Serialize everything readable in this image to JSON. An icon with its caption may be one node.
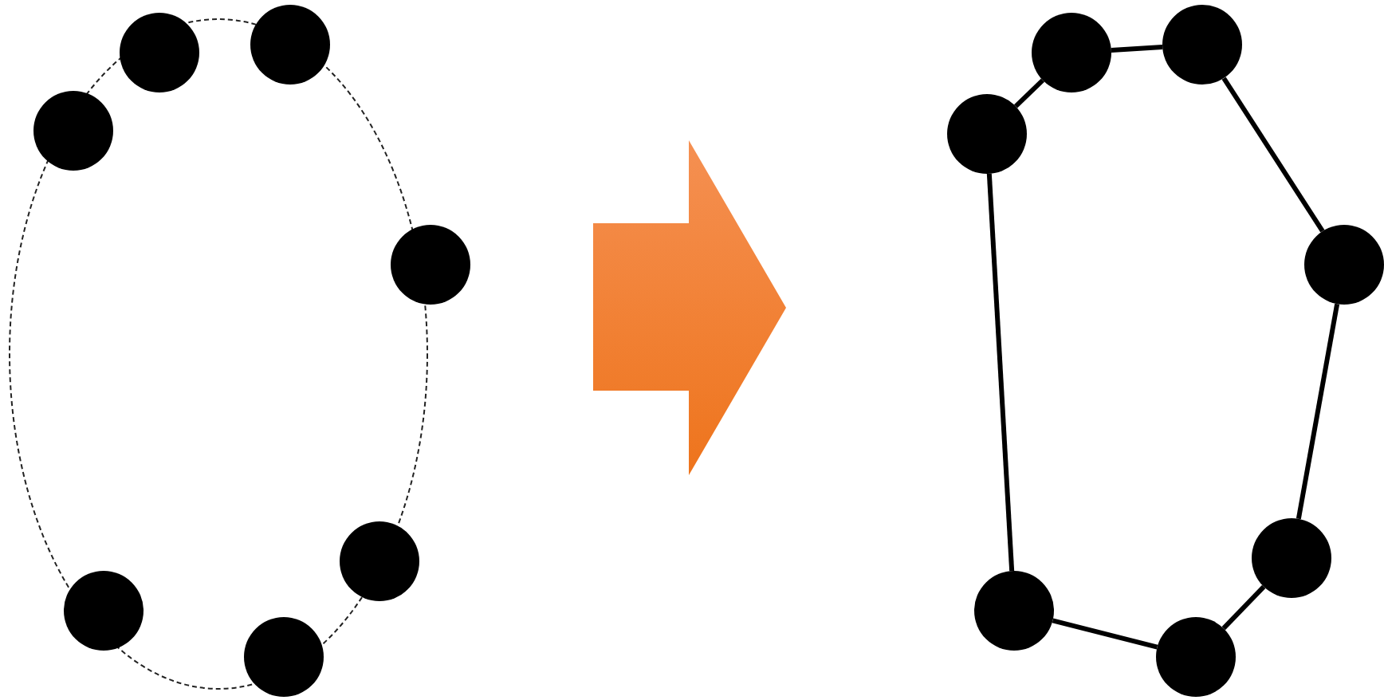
{
  "diagram": {
    "nodes": [
      {
        "text": [],
        "shape": "circle"
      },
      {
        "text": [],
        "shape": "circle"
      },
      {
        "text": [],
        "shape": "circle"
      },
      {
        "text": [],
        "shape": "circle"
      },
      {
        "text": [],
        "shape": "circle"
      },
      {
        "text": [],
        "shape": "circle"
      },
      {
        "text": [],
        "shape": "circle"
      },
      {
        "text": [],
        "shape": "circle"
      },
      {
        "text": [],
        "shape": "circle"
      },
      {
        "text": [],
        "shape": "circle"
      },
      {
        "text": [],
        "shape": "circle"
      },
      {
        "text": [],
        "shape": "circle"
      },
      {
        "text": [],
        "shape": "circle"
      },
      {
        "text": [],
        "shape": "circle"
      }
    ],
    "edges": [
      {
        "from": 7,
        "to": 9,
        "arrow": "none"
      },
      {
        "from": 9,
        "to": 11,
        "arrow": "none"
      },
      {
        "from": 11,
        "to": 13,
        "arrow": "none"
      },
      {
        "from": 13,
        "to": 12,
        "arrow": "none"
      },
      {
        "from": 12,
        "to": 10,
        "arrow": "none"
      },
      {
        "from": 10,
        "to": 8,
        "arrow": "none"
      },
      {
        "from": 8,
        "to": 7,
        "arrow": "none"
      }
    ]
  }
}
